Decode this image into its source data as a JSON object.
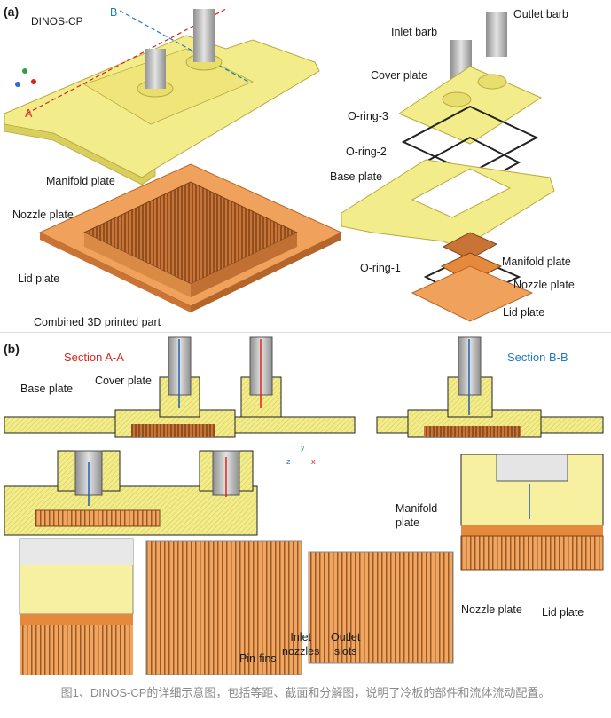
{
  "panel_a": {
    "letter": "(a)",
    "device_name": "DINOS-CP",
    "section_marker_a": "A",
    "section_marker_b": "B",
    "labels": {
      "manifold_plate_left": "Manifold plate",
      "nozzle_plate_left": "Nozzle plate",
      "lid_plate_left": "Lid plate",
      "combined_part": "Combined 3D printed part",
      "inlet_barb": "Inlet barb",
      "outlet_barb": "Outlet barb",
      "cover_plate": "Cover plate",
      "oring_3": "O-ring-3",
      "oring_2": "O-ring-2",
      "base_plate": "Base plate",
      "manifold_plate_right": "Manifold plate",
      "oring_1": "O-ring-1",
      "nozzle_plate_right": "Nozzle plate",
      "lid_plate_right": "Lid plate"
    }
  },
  "panel_b": {
    "letter": "(b)",
    "section_aa": "Section A-A",
    "section_bb": "Section B-B",
    "labels": {
      "base_plate": "Base plate",
      "cover_plate": "Cover plate",
      "manifold_plate": "Manifold\nplate",
      "nozzle_plate": "Nozzle plate",
      "lid_plate": "Lid plate",
      "pin_fins": "Pin-fins",
      "inlet_nozzles": "Inlet\nnozzles",
      "outlet_slots": "Outlet\nslots"
    },
    "axes": {
      "z": "z",
      "y": "y",
      "x": "x"
    }
  },
  "caption": "图1、DINOS-CP的详细示意图，包括等距、截面和分解图，说明了冷板的部件和流体流动配置。",
  "colors": {
    "plate_yellow": "#f3ec8a",
    "plate_edge": "#b8a940",
    "copper": "#e8924a",
    "copper_dark": "#b4662a",
    "steel": "#b9b9b9",
    "section_red": "#d9241c",
    "section_blue": "#1f7bbf",
    "flow_blue": "#1c5fb0",
    "flow_red": "#d9241c",
    "oring": "#222222"
  }
}
